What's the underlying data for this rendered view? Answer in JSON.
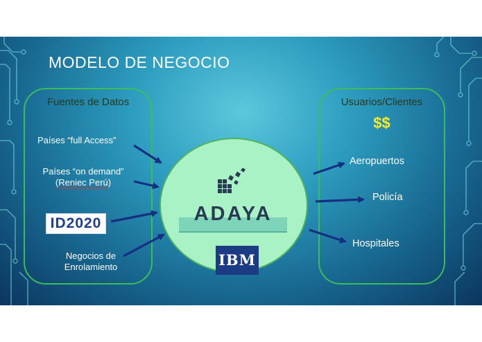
{
  "title": "MODELO DE NEGOCIO",
  "sources": {
    "heading": "Fuentes de Datos",
    "items": [
      {
        "line1": "Países “full Access”",
        "line2": ""
      },
      {
        "line1": "Países “on demand”",
        "line2": "(Reniec Perú)"
      },
      {
        "line1": "Negocios de",
        "line2": "Enrolamiento"
      }
    ],
    "id_logo_text": "ID2020"
  },
  "center": {
    "name": "ADAYA",
    "partner_logo": "IBM"
  },
  "clients": {
    "heading": "Usuarios/Clientes",
    "money": "$$",
    "items": [
      "Aeropuertos",
      "Policía",
      "Hospitales"
    ]
  },
  "colors": {
    "panel_border": "#3cbd5a",
    "hub_fill": "#a8f2c5",
    "arrow": "#172f80",
    "money": "#f4ea2f",
    "ibm_logo": "#1b3b84"
  }
}
